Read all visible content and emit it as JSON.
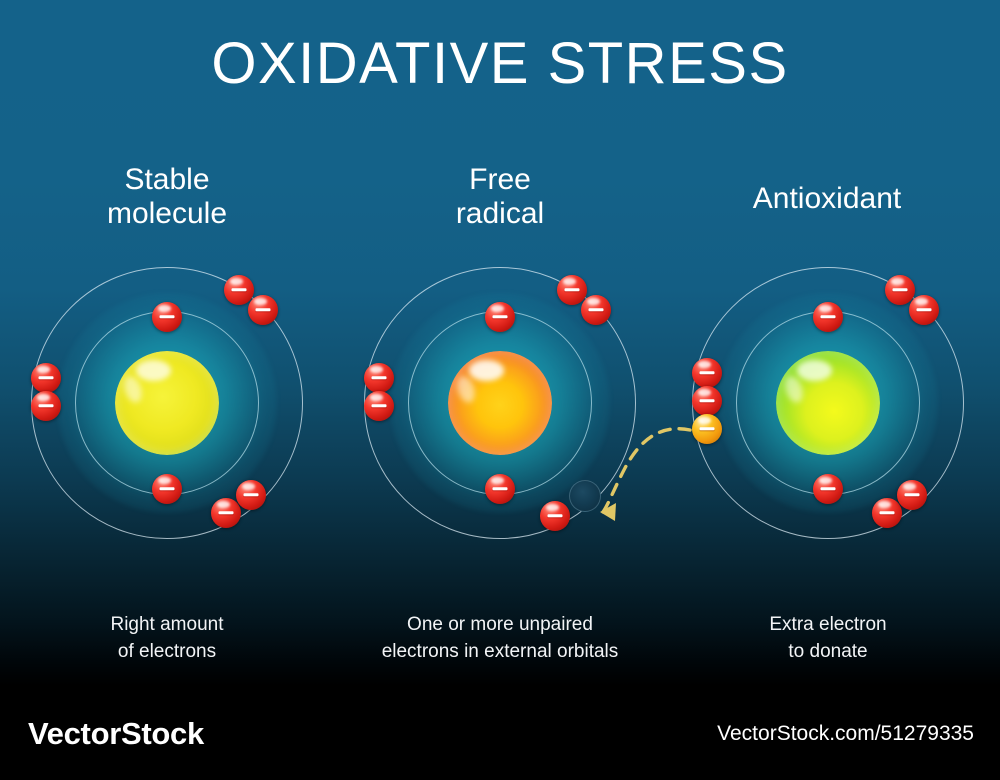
{
  "title": "OXIDATIVE STRESS",
  "background": {
    "top_color": "#14628a",
    "bottom_color": "#000000",
    "footer_color": "#000000"
  },
  "panels": [
    {
      "id": "stable-molecule",
      "heading": "Stable\nmolecule",
      "heading_line1": "Stable",
      "heading_line2": "molecule",
      "caption_line1": "Right amount",
      "caption_line2": "of electrons",
      "nucleus_color": "#eeea22",
      "nucleus_edge_color": "#8fd13a",
      "glow_color": "#26dfe5",
      "electron_count": 8,
      "inner_shell_electrons": 2,
      "outer_shell_electrons": 6,
      "has_vacancy": false,
      "has_extra_electron": false
    },
    {
      "id": "free-radical",
      "heading_line1": "Free",
      "heading_line2": "radical",
      "caption_line1": "One or more unpaired",
      "caption_line2": "electrons in external orbitals",
      "nucleus_color": "#ffc20a",
      "nucleus_edge_color": "#f0622a",
      "glow_color": "#26dfe5",
      "electron_count": 7,
      "inner_shell_electrons": 2,
      "outer_shell_electrons": 5,
      "has_vacancy": true,
      "vacancy_color": "#133c52",
      "has_extra_electron": false
    },
    {
      "id": "antioxidant",
      "heading_line1": "Antioxidant",
      "heading_line2": "",
      "caption_line1": "Extra electron",
      "caption_line2": "to donate",
      "nucleus_color": "#e9f21a",
      "nucleus_edge_color": "#6ad02a",
      "glow_color": "#26dfe5",
      "electron_count": 9,
      "inner_shell_electrons": 2,
      "outer_shell_electrons": 7,
      "has_vacancy": false,
      "has_extra_electron": true,
      "extra_electron_color": "#fcc122"
    }
  ],
  "annotations": {
    "transfer_arrow": {
      "label": "electron-donation-arrow",
      "color": "#e0c765",
      "style": "dashed-curved",
      "from": "antioxidant-extra-electron",
      "to": "free-radical-vacancy"
    }
  },
  "electron_symbol": "−",
  "watermark": {
    "logo": "VectorStock",
    "url": "VectorStock.com/51279335"
  }
}
